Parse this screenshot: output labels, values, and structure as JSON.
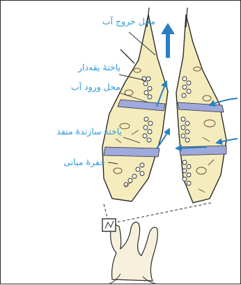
{
  "labels": {
    "water_exit": "محل خروج آب",
    "collar_cell": "یاختهٔ یقه‌دار",
    "water_entry": "محل ورود آب",
    "pore_cell": "یاختهٔ سازندهٔ منفذ",
    "central_cavity": "حفرهٔ میانی"
  },
  "colors": {
    "label": "#2f9ad8",
    "arrow": "#2a7fc2",
    "body": "#f4ecbd",
    "band": "#9fa9dd",
    "outline": "#2b2b2b"
  }
}
